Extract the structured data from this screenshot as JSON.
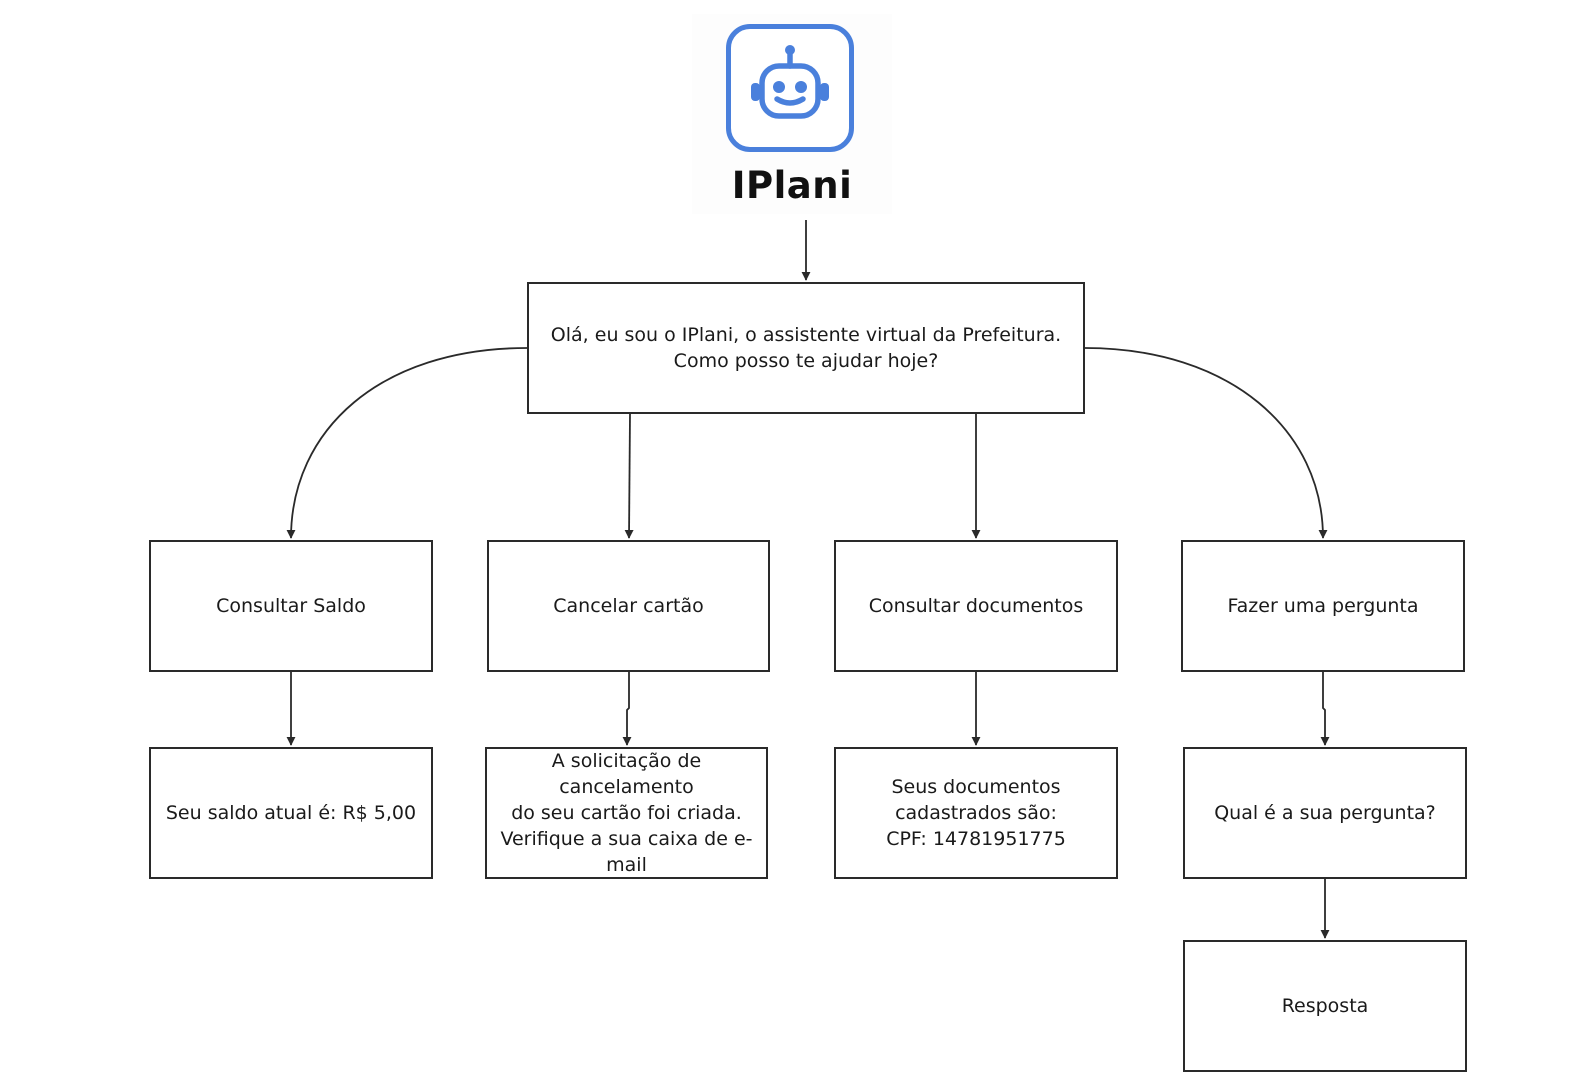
{
  "logo": {
    "name": "IPlani",
    "icon": "robot-icon",
    "accent_color": "#4a80dc"
  },
  "nodes": {
    "root": "Olá, eu sou o IPlani, o assistente virtual da Prefeitura.\nComo posso te ajudar hoje?",
    "opt_saldo": "Consultar Saldo",
    "opt_cartao": "Cancelar cartão",
    "opt_documentos": "Consultar documentos",
    "opt_pergunta": "Fazer uma pergunta",
    "res_saldo": "Seu saldo atual é: R$ 5,00",
    "res_cartao": "A solicitação de cancelamento\ndo seu cartão foi criada.\nVerifique a sua caixa de e-\nmail",
    "res_documentos": "Seus documentos\ncadastrados são:\nCPF: 14781951775",
    "res_pergunta": "Qual é a sua pergunta?",
    "res_resposta": "Resposta"
  }
}
